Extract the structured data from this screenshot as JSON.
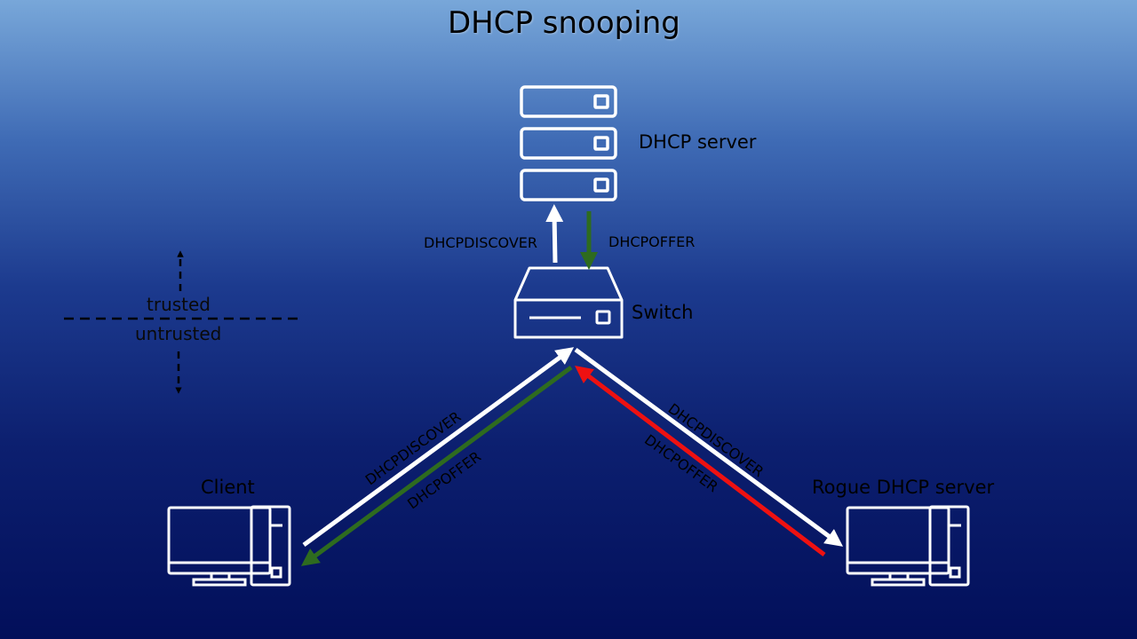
{
  "title": "DHCP snooping",
  "nodes": {
    "dhcp_server": "DHCP server",
    "switch": "Switch",
    "client": "Client",
    "rogue_server": "Rogue DHCP server"
  },
  "zones": {
    "trusted": "trusted",
    "untrusted": "untrusted"
  },
  "messages": {
    "server_discover": "DHCPDISCOVER",
    "server_offer": "DHCPOFFER",
    "client_discover": "DHCPDISCOVER",
    "client_offer": "DHCPOFFER",
    "rogue_discover": "DHCPDISCOVER",
    "rogue_offer": "DHCPOFFER"
  },
  "colors": {
    "discover_arrow": "#ffffff",
    "legit_offer_arrow": "#2e6b1f",
    "rogue_offer_arrow": "#ee1111",
    "icon_stroke": "#ffffff"
  }
}
